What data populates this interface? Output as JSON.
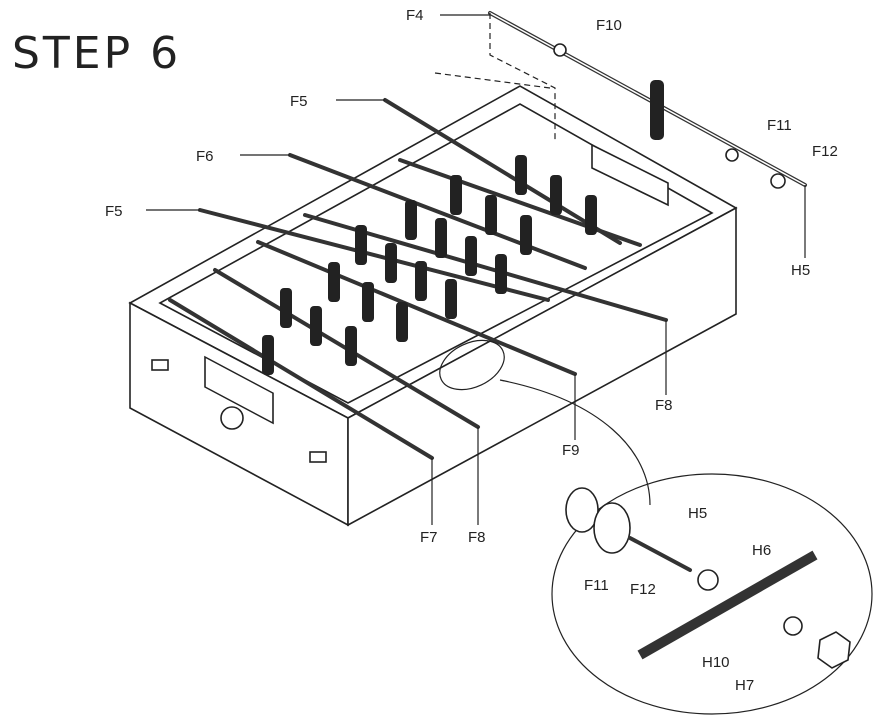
{
  "title": "STEP 6",
  "labels": {
    "f4": "F4",
    "f10": "F10",
    "f11_top": "F11",
    "f12_top": "F12",
    "h5_top": "H5",
    "f5_upper": "F5",
    "f6": "F6",
    "f5_left": "F5",
    "f8_right": "F8",
    "f9": "F9",
    "f7": "F7",
    "f8_bottom": "F8",
    "h5_detail": "H5",
    "h6": "H6",
    "f11_detail": "F11",
    "f12_detail": "F12",
    "h10": "H10",
    "h7": "H7"
  }
}
